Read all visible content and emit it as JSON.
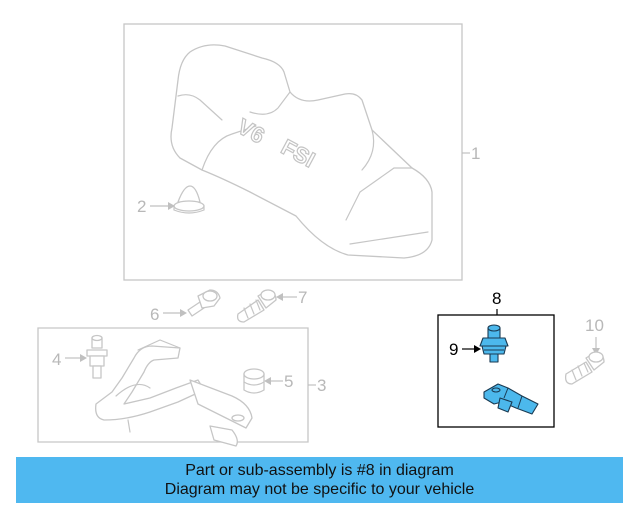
{
  "callouts": {
    "c1": "1",
    "c2": "2",
    "c3": "3",
    "c4": "4",
    "c5": "5",
    "c6": "6",
    "c7": "7",
    "c8": "8",
    "c9": "9",
    "c10": "10"
  },
  "cover_marking": {
    "v6": "V6",
    "fsi": "FSI"
  },
  "highlighted_part": "8",
  "colors": {
    "highlight": "#4cb8ec",
    "banner": "#4fb8f0",
    "inactive_line": "#c6c6c6"
  },
  "banner": {
    "line1": "Part or sub-assembly is #8 in diagram",
    "line2": "Diagram may not be specific to your vehicle"
  }
}
